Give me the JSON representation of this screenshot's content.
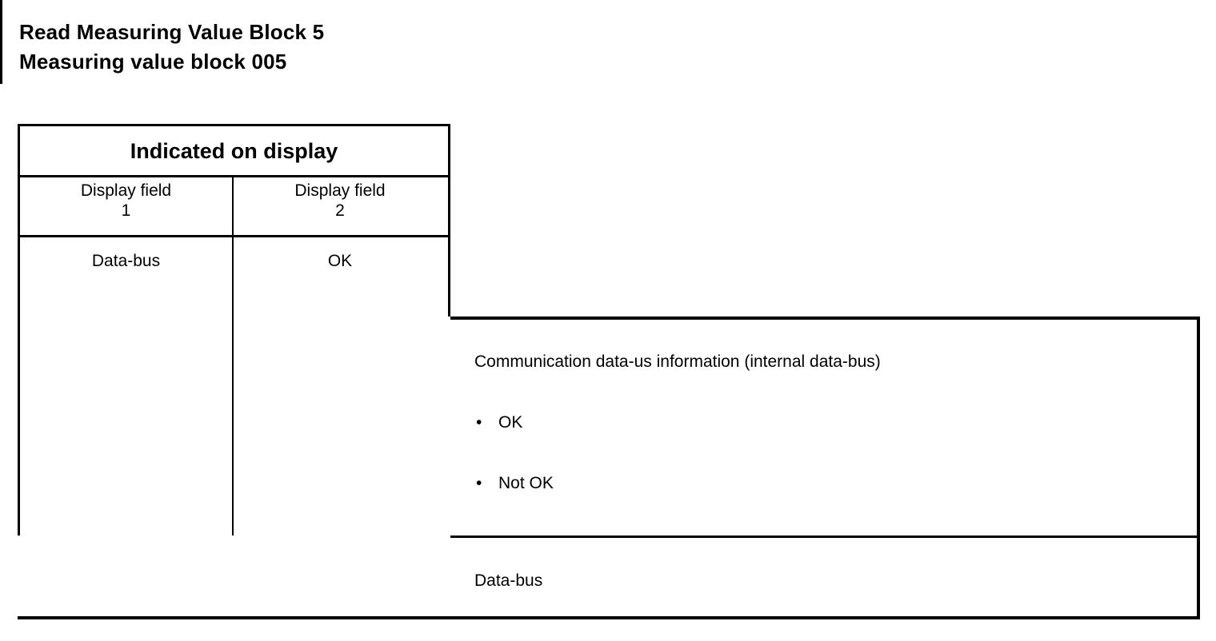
{
  "title": {
    "line1": "Read Measuring Value Block 5",
    "line2": "Measuring value block 005"
  },
  "table": {
    "merged_header": "Indicated on display",
    "columns": [
      {
        "header": "Display field\n1",
        "value": "Data-bus"
      },
      {
        "header": "Display field\n2",
        "value": "OK"
      }
    ]
  },
  "description_panel": {
    "heading": "Communication data-us information (internal data-bus)",
    "bullet_glyph": "•",
    "bullets": [
      "OK",
      "Not OK"
    ]
  },
  "bottom_row": {
    "label": "Data-bus"
  },
  "colors": {
    "ink": "#000000",
    "paper": "#ffffff"
  }
}
